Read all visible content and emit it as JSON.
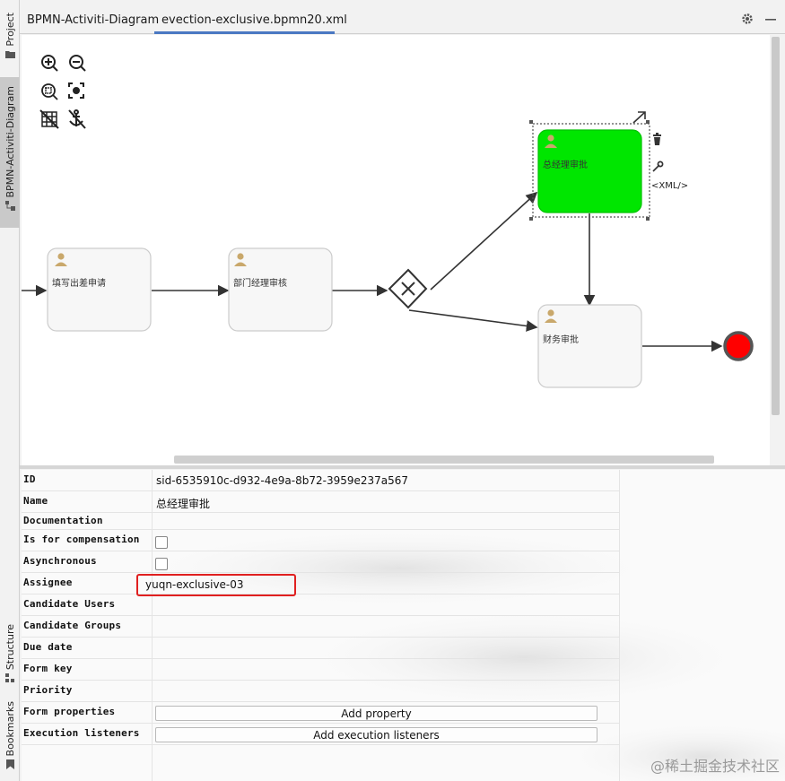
{
  "left_strip": {
    "project_label": "Project",
    "diagram_label": "BPMN-Activiti-Diagram",
    "structure_label": "Structure",
    "bookmarks_label": "Bookmarks"
  },
  "tabs": [
    {
      "label": "BPMN-Activiti-Diagram",
      "active": false
    },
    {
      "label": "evection-exclusive.bpmn20.xml",
      "active": true
    }
  ],
  "diagram": {
    "tasks": [
      {
        "label": "填写出差申请"
      },
      {
        "label": "部门经理审核"
      },
      {
        "label": "总经理审批",
        "selected": true,
        "fill": "#00e600"
      },
      {
        "label": "财务审批"
      }
    ],
    "context_xml_label": "<XML/>",
    "colors": {
      "selected_task": "#00e600",
      "end_event": "#ff0000",
      "task_fill": "#f7f7f7"
    }
  },
  "properties": {
    "rows": [
      {
        "label": "ID",
        "value": "sid-6535910c-d932-4e9a-8b72-3959e237a567"
      },
      {
        "label": "Name",
        "value": "总经理审批"
      },
      {
        "label": "Documentation",
        "value": ""
      },
      {
        "label": "Is for compensation",
        "type": "checkbox"
      },
      {
        "label": "Asynchronous",
        "type": "checkbox"
      },
      {
        "label": "Assignee",
        "value": "yuqn-exclusive-03"
      },
      {
        "label": "Candidate Users",
        "value": ""
      },
      {
        "label": "Candidate Groups",
        "value": ""
      },
      {
        "label": "Due date",
        "value": ""
      },
      {
        "label": "Form key",
        "value": ""
      },
      {
        "label": "Priority",
        "value": ""
      },
      {
        "label": "Form properties",
        "button": "Add property"
      },
      {
        "label": "Execution listeners",
        "button": "Add execution listeners"
      }
    ]
  },
  "watermark": "@稀土掘金技术社区"
}
